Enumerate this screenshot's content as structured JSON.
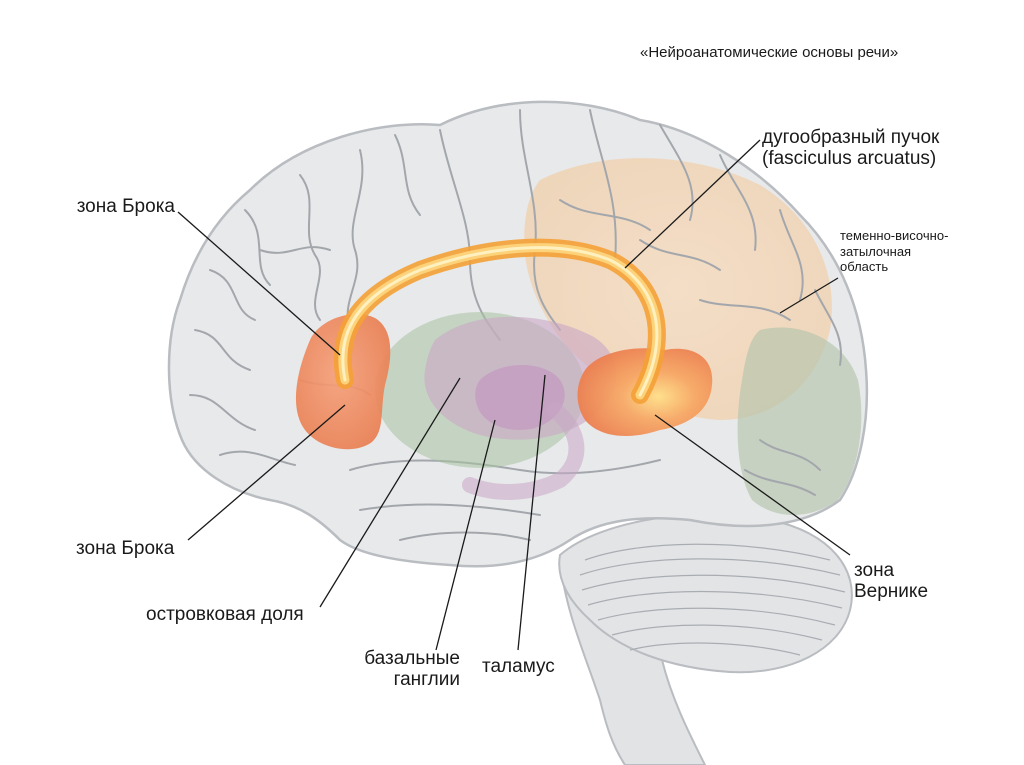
{
  "header": {
    "caption": "«Нейроанатомические основы речи»"
  },
  "labels": {
    "broca_top": "зона Брока",
    "broca_bottom": "зона Брока",
    "insula": "островковая доля",
    "basal_ganglia": [
      "базальные",
      "ганглии"
    ],
    "thalamus": "таламус",
    "wernicke": [
      "зона",
      "Вернике"
    ],
    "fasciculus": [
      "дугообразный пучок",
      "(fasciculus arcuatus)"
    ],
    "tpo": [
      "теменно-височно-",
      "затылочная",
      "область"
    ]
  },
  "colors": {
    "brain": "#e6e7e9",
    "brain_outline": "#b9bcc0",
    "sulci": "#a7abb0",
    "broca": "#f08a5d",
    "wernicke": "#f08a5d",
    "fasciculus": "#f6b13a",
    "insula": "#a8c3a0",
    "thalamus": "#c9a7c6",
    "tpo": "#f1d6b8",
    "occipital": "#b3c5ac",
    "leader_line": "#1a1a1a"
  }
}
